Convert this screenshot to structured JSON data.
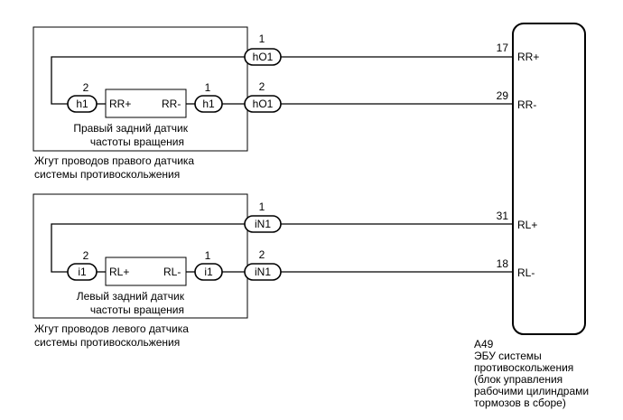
{
  "right_harness": {
    "sensor": {
      "plus_label": "RR+",
      "minus_label": "RR-",
      "name_line1": "Правый задний датчик",
      "name_line2": "частоты вращения",
      "left_conn": "h1",
      "left_pin": "2",
      "right_conn": "h1",
      "right_pin": "1"
    },
    "upper_conn": "hO1",
    "upper_pin": "1",
    "lower_conn": "hO1",
    "lower_pin": "2",
    "caption_line1": "Жгут проводов правого датчика",
    "caption_line2": "системы противоскольжения"
  },
  "left_harness": {
    "sensor": {
      "plus_label": "RL+",
      "minus_label": "RL-",
      "name_line1": "Левый задний датчик",
      "name_line2": "частоты вращения",
      "left_conn": "i1",
      "left_pin": "2",
      "right_conn": "i1",
      "right_pin": "1"
    },
    "upper_conn": "iN1",
    "upper_pin": "1",
    "lower_conn": "iN1",
    "lower_pin": "2",
    "caption_line1": "Жгут проводов левого датчика",
    "caption_line2": "системы противоскольжения"
  },
  "ecu": {
    "terminals": [
      {
        "pin": "17",
        "label": "RR+"
      },
      {
        "pin": "29",
        "label": "RR-"
      },
      {
        "pin": "31",
        "label": "RL+"
      },
      {
        "pin": "18",
        "label": "RL-"
      }
    ],
    "code": "A49",
    "desc_lines": [
      "ЭБУ системы",
      "противоскольжения",
      "(блок управления",
      "рабочими цилиндрами",
      "тормозов в сборе)"
    ]
  }
}
